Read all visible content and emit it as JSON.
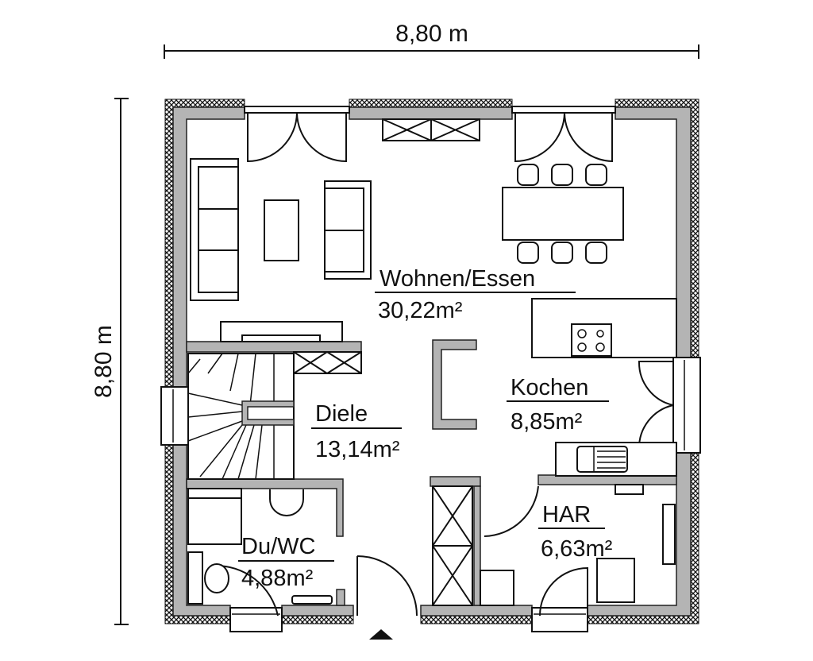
{
  "dimensions": {
    "width_label": "8,80 m",
    "height_label": "8,80 m"
  },
  "rooms": [
    {
      "name": "Wohnen/Essen",
      "area": "30,22m²"
    },
    {
      "name": "Diele",
      "area": "13,14m²"
    },
    {
      "name": "Kochen",
      "area": "8,85m²"
    },
    {
      "name": "HAR",
      "area": "6,63m²"
    },
    {
      "name": "Du/WC",
      "area": "4,88m²"
    }
  ],
  "colors": {
    "wall": "#b4b4b4",
    "line": "#111111"
  }
}
